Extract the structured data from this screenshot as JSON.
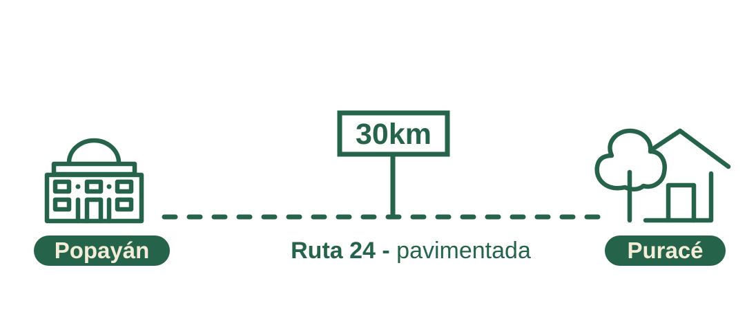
{
  "origin": {
    "label": "Popayán"
  },
  "destination": {
    "label": "Puracé"
  },
  "distance": {
    "label": "30km"
  },
  "route": {
    "name": "Ruta 24 -",
    "surface": "pavimentada"
  },
  "colors": {
    "primary": "#25634a",
    "label_text": "#f3ecd6",
    "background": "#ffffff"
  },
  "icons": {
    "origin": "government-building-icon",
    "destination": "house-with-tree-icon",
    "distance": "signpost-icon"
  }
}
